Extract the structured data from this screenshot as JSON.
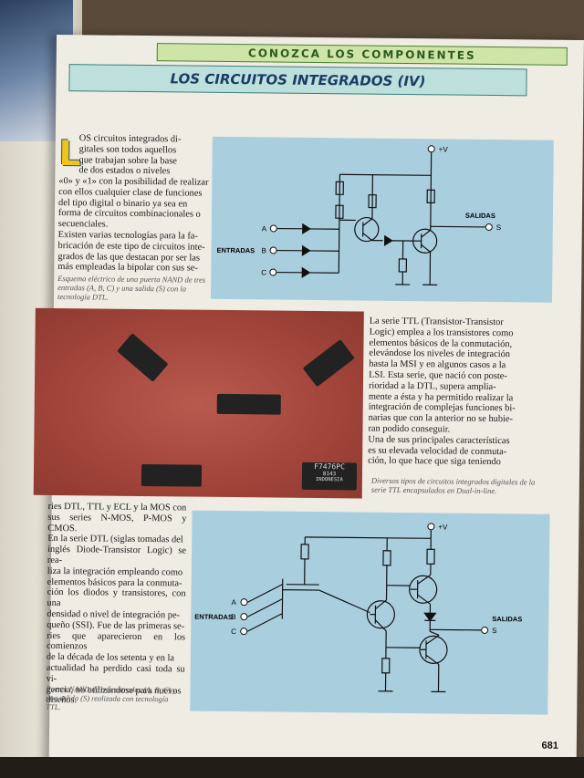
{
  "header": "CONOZCA LOS COMPONENTES",
  "title": "LOS CIRCUITOS INTEGRADOS (IV)",
  "dropcap": "L",
  "intro_lines": [
    "OS circuitos integrados di-",
    "gitales son todos aquellos",
    "que trabajan sobre la base",
    "de dos estados o niveles",
    "«0» y «1» con la posibilidad de realizar",
    "con ellos cualquier clase de funciones",
    "del tipo digital o binario ya sea en",
    "forma de circuitos combinacionales o",
    "secuenciales.",
    "Existen varias tecnologías para la fa-",
    "bricación de este tipo de circuitos inte-",
    "grados de las que destacan por ser las",
    "más empleadas la bipolar con sus se-"
  ],
  "caption_dtl": "Esquema eléctrico de una puerta NAND de tres entradas (A, B, C) y una salida (S) con la tecnología DTL.",
  "diagram_labels": {
    "vcc": "+V",
    "a": "A",
    "b": "B",
    "c": "C",
    "entradas": "ENTRADAS",
    "salidas": "SALIDAS",
    "s": "S"
  },
  "ttl_lines": [
    "La serie TTL (Transistor-Transistor",
    "Logic) emplea a los transistores como",
    "elementos básicos de la conmutación,",
    "elevándose los niveles de integración",
    "hasta la MSI y en algunos casos a la",
    "LSI. Esta serie, que nació con poste-",
    "rioridad a la DTL, supera amplia-",
    "mente a ésta y ha permitido realizar la",
    "integración de complejas funciones bi-",
    "narias que con la anterior no se hubie-",
    "ran podido conseguir.",
    "Una de sus principales características",
    "es su elevada velocidad de conmuta-",
    "ción, lo que hace que siga teniendo"
  ],
  "caption_photo": "Diversos tipos de circuitos integrados digitales de la serie TTL encapsulados en Dual-in-line.",
  "chip_labels": {
    "bottom_right": "F7476PC",
    "bottom_right_code": "8143",
    "bottom_right_origin": "INDONESIA"
  },
  "series_lines": [
    "ries DTL, TTL y ECL y la MOS con",
    "sus series N-MOS, P-MOS y CMOS.",
    "En la serie DTL (siglas tomadas del",
    "inglés Diode-Transistor Logic) se rea-",
    "liza la integración empleando como",
    "elementos básicos para la conmuta-",
    "ción los diodos y transistores, con una",
    "densidad o nivel de integración pe-",
    "queño (SSI). Fue de las primeras se-",
    "ries que aparecieron en los comienzos",
    "de la década de los setenta y en la",
    "actualidad ha perdido casi toda su vi-",
    "gencia, no utilizándose para nuevos",
    "diseños."
  ],
  "caption_ttl": "Puerta NAND de tres entradas (A, B, C) y una salida (S) realizada con tecnología TTL.",
  "page_number": "681"
}
